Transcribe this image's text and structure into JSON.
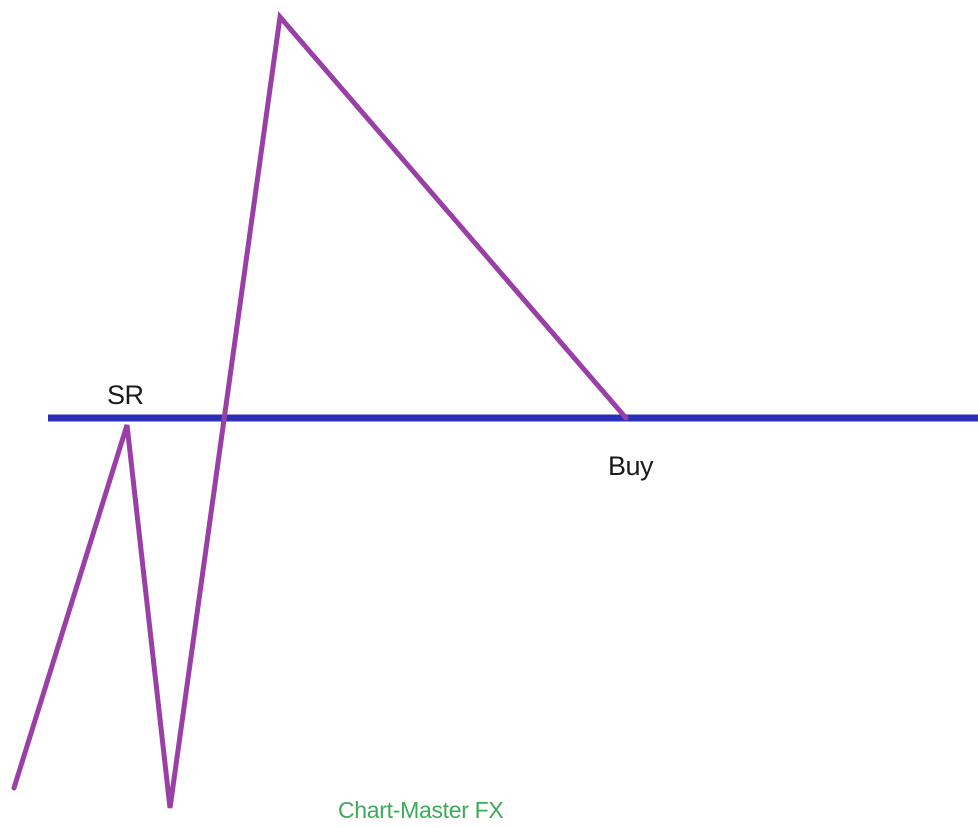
{
  "diagram": {
    "labels": {
      "sr": "SR",
      "buy": "Buy",
      "brand": "Chart-Master FX"
    },
    "colors": {
      "price_path": "#9a3fa5",
      "sr_line": "#2b2fb8",
      "label_text": "#1a1a1a",
      "brand_text": "#3daa5a",
      "background": "#ffffff"
    }
  }
}
